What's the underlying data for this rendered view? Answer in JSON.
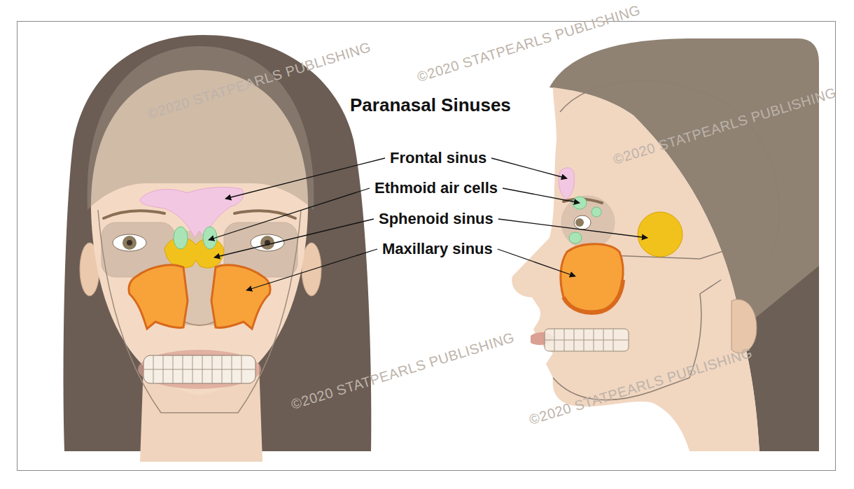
{
  "diagram": {
    "title": "Paranasal Sinuses",
    "labels": [
      "Frontal sinus",
      "Ethmoid air cells",
      "Sphenoid sinus",
      "Maxillary sinus",
      "©2020 STATPEARLS PUBLISHING",
      "©2020 STATPEARLS PUBLISHING",
      "©2020 STATPEARLS PUBLISHING",
      "©2020 STATPEARLS PUBLISHING",
      "©2020 STATPEARLS PUBLISHING"
    ]
  }
}
